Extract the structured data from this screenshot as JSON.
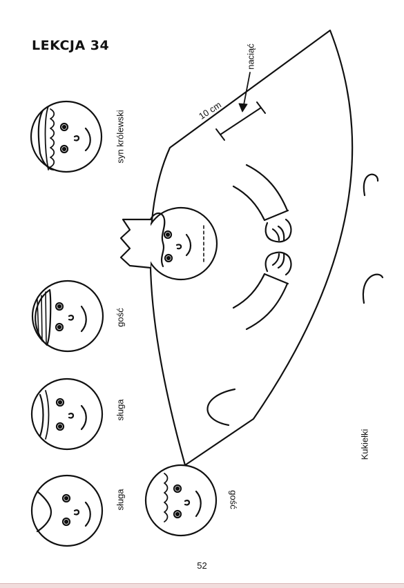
{
  "header": {
    "title": "LEKCJA 34"
  },
  "labels": {
    "syn_krolewski": "syn królewski",
    "gosc_1": "gość",
    "sluga_1": "sługa",
    "sluga_2": "sługa",
    "gosc_2": "gość",
    "measure": "10 cm",
    "naciac": "naciąć",
    "kukielki": "Kukiełki"
  },
  "footer": {
    "page_number": "52"
  },
  "colors": {
    "ink": "#111111",
    "paper": "#ffffff"
  }
}
